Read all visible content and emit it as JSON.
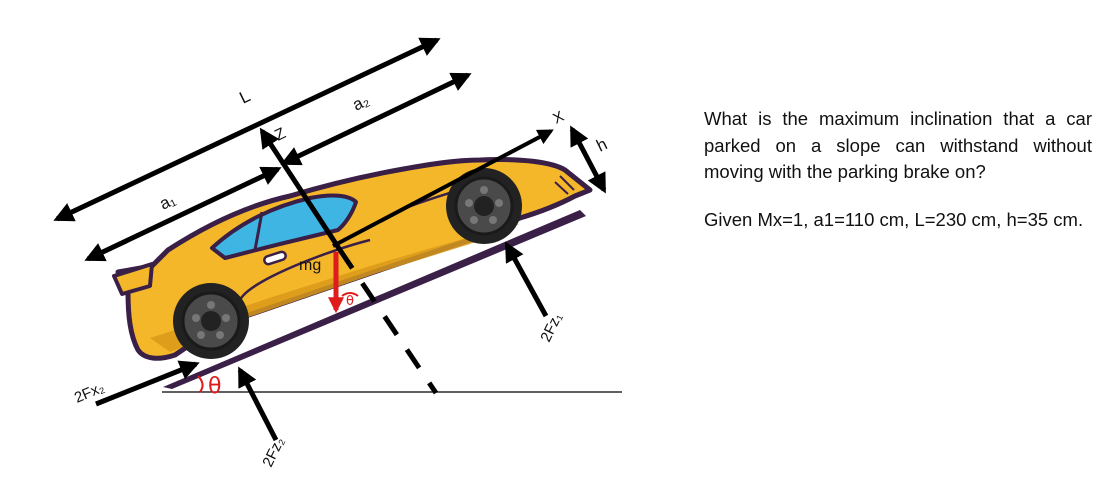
{
  "question": {
    "text": "What is the maximum inclination that a car parked on a slope can withstand without moving with the parking brake on?",
    "given": "Given Mx=1, a1=110 cm, L=230 cm, h=35 cm."
  },
  "labels": {
    "L": "L",
    "a2": "a₂",
    "a1": "a₁",
    "z": "Z",
    "x": "X",
    "h": "h",
    "mg": "mg",
    "theta_small": "θ",
    "theta_ground": "θ",
    "fz1": "2Fz₁",
    "fz2": "2Fz₂",
    "fx2": "2Fx₂"
  },
  "colors": {
    "car_body": "#f5b72a",
    "car_outline": "#3a1f47",
    "window": "#3fb5e3",
    "arrow": "#000000",
    "mg_vector": "#e01b1b",
    "theta": "#e01b1b"
  }
}
